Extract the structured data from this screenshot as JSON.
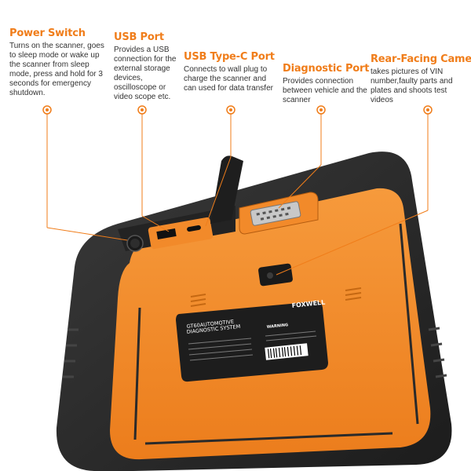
{
  "callouts": {
    "power": {
      "title": "Power Switch",
      "text": "Turns on the scanner, goes to sleep mode or wake up the scanner from sleep mode, press and hold for 3 seconds for emergency shutdown."
    },
    "usb": {
      "title": "USB Port",
      "text": "Provides a USB connection for the external storage devices, oscilloscope or video scope etc."
    },
    "usbc": {
      "title": "USB Type-C Port",
      "text": "Connects to wall plug to charge the scanner and can used for data transfer"
    },
    "diag": {
      "title": "Diagnostic Port",
      "text": "Provides connection between vehicle and the scanner"
    },
    "cam": {
      "title": "Rear-Facing Camera",
      "text": "takes pictures of VIN number,faulty parts and plates and shoots test videos"
    }
  },
  "label": {
    "brand": "FOXWELL",
    "model": "GT60AUTOMOTIVE",
    "system": "DIAGNOSTIC SYSTEM",
    "warning": "WARNING"
  },
  "colors": {
    "accent": "#f07d1a",
    "body_orange": "#f28a2a",
    "rubber": "#2a2a2a"
  }
}
